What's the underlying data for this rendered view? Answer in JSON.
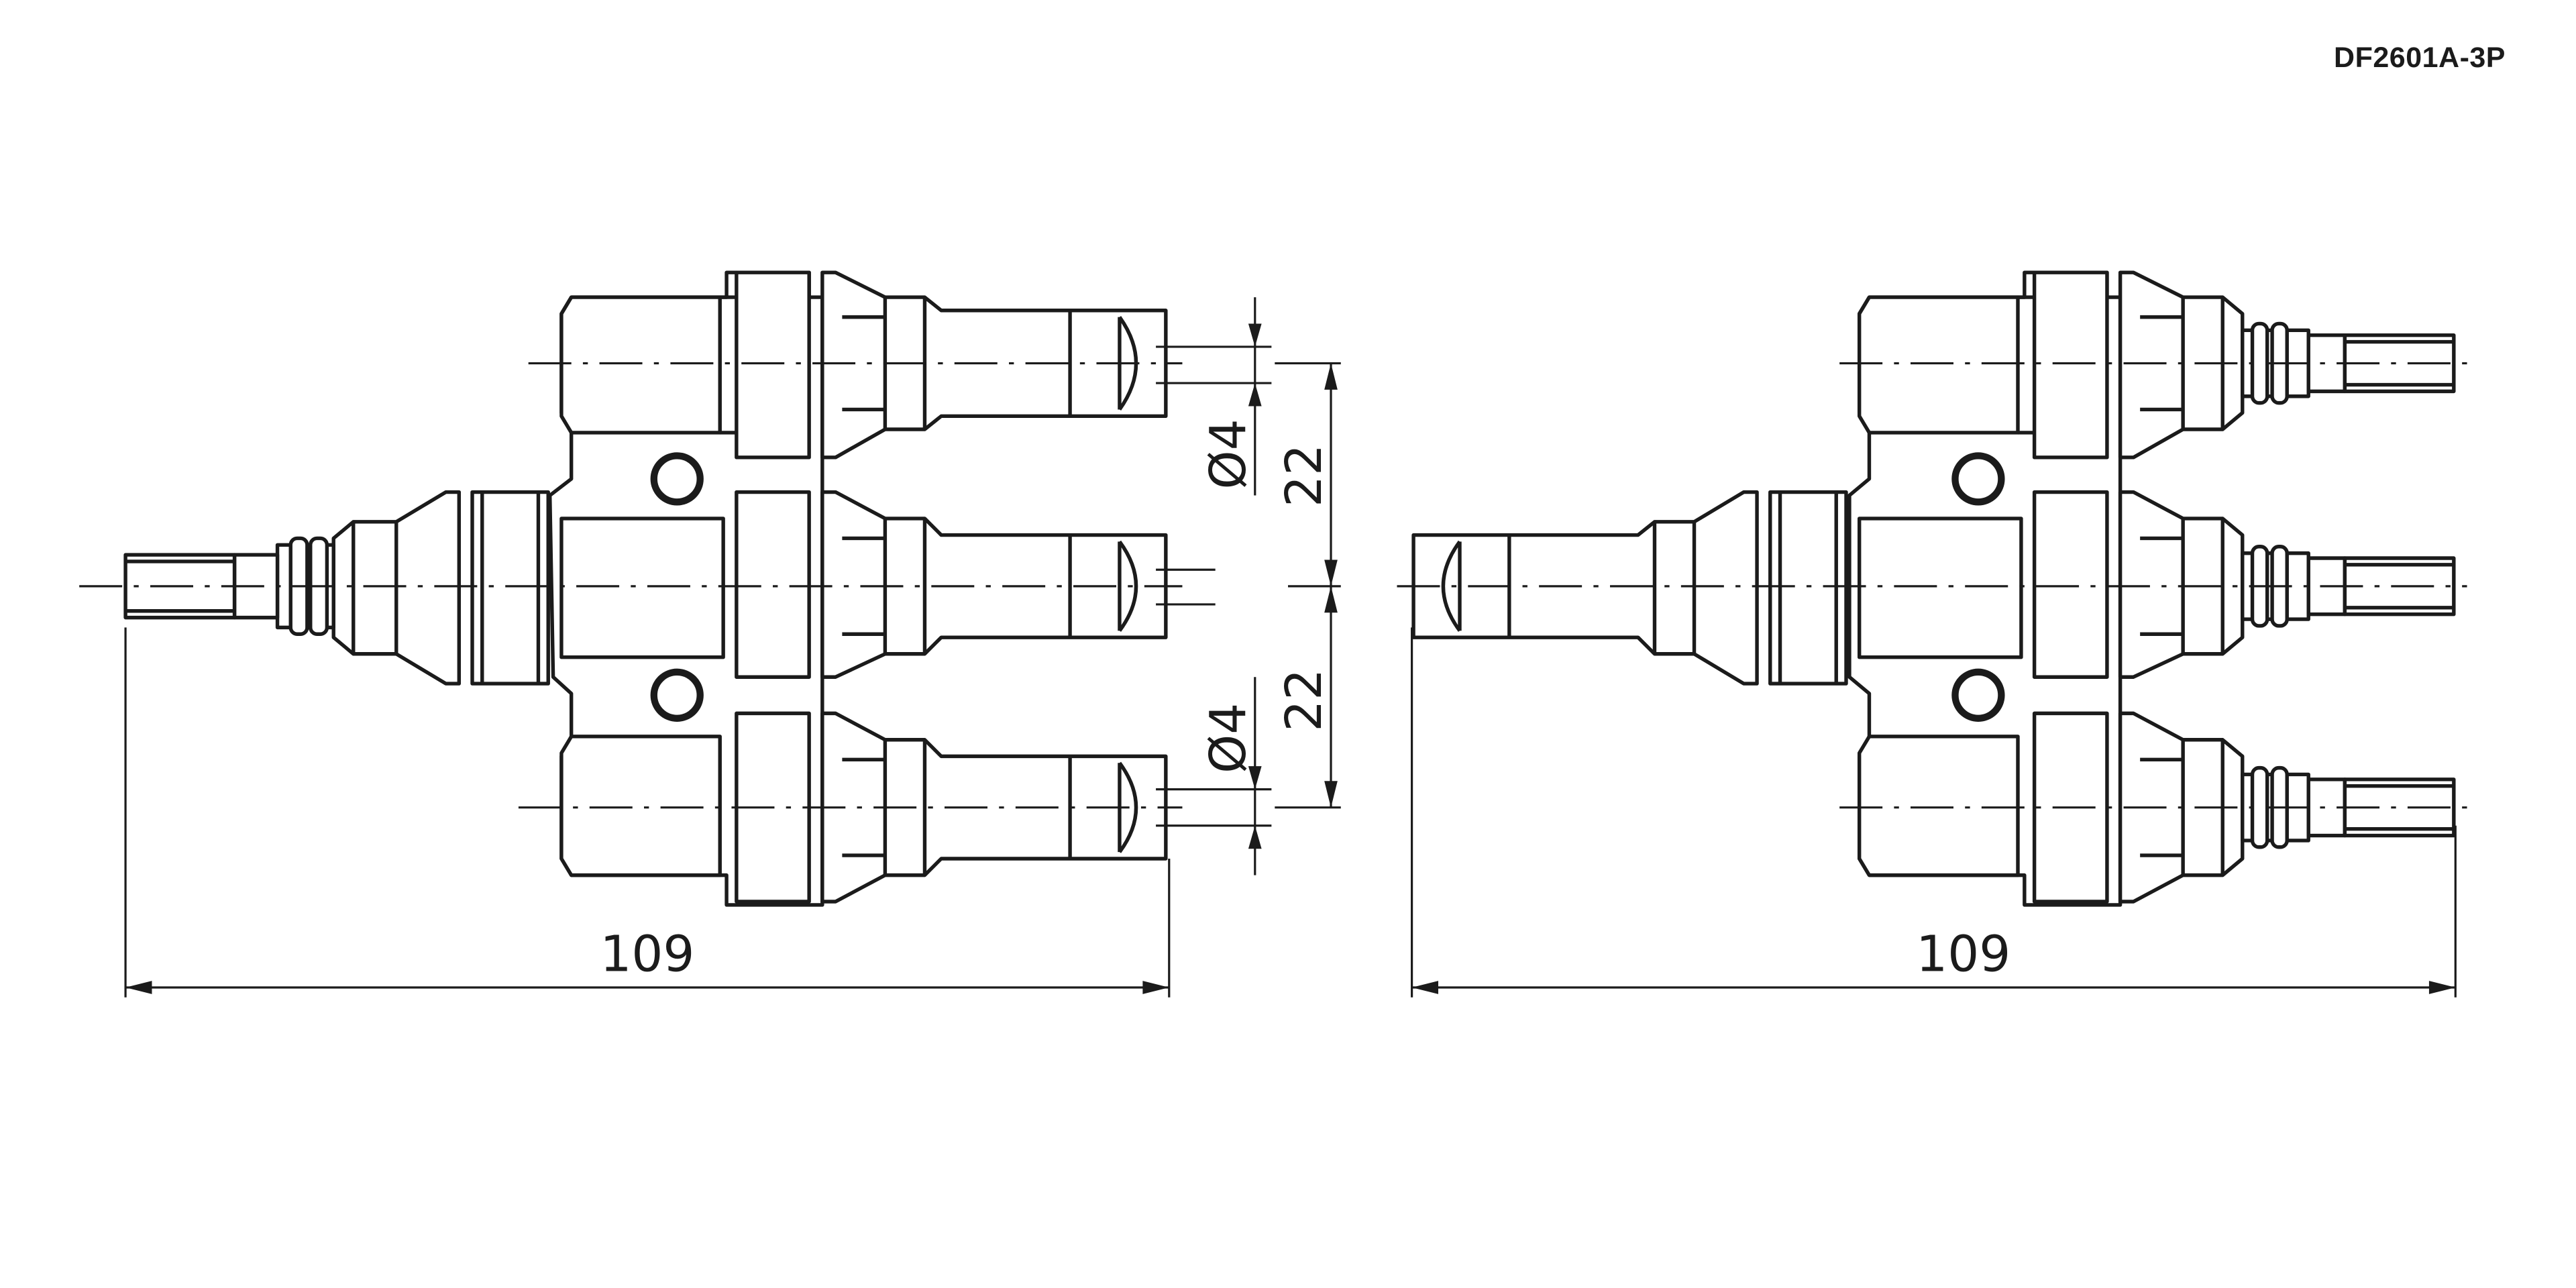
{
  "part_code": "DF2601A-3P",
  "dimensions": {
    "left_total_length": "109",
    "right_total_length": "109",
    "pitch_upper": "22",
    "pitch_lower": "22",
    "diameter_upper": "Ø4",
    "diameter_lower": "Ø4"
  }
}
